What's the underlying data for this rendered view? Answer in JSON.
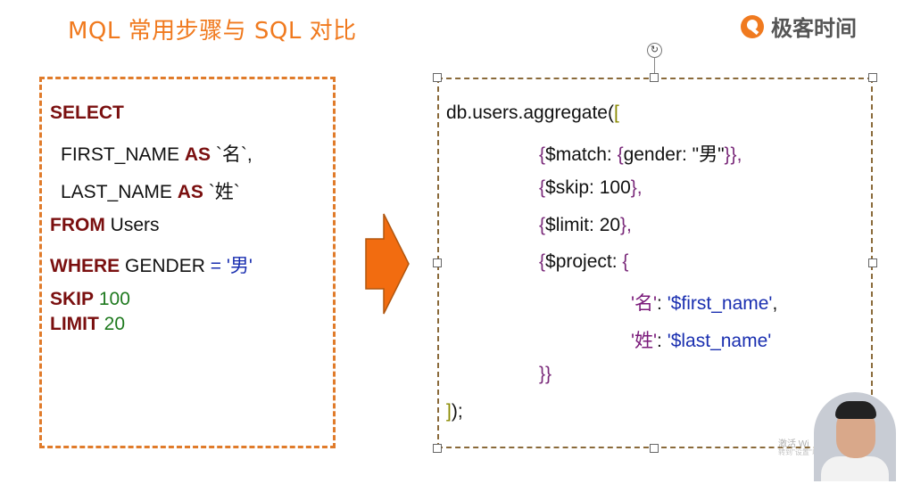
{
  "title": "MQL 常用步骤与 SQL 对比",
  "logo": {
    "text": "极客时间",
    "icon": "geektime-logo-icon",
    "color": "#f07a1f"
  },
  "sql": {
    "select_kw": "SELECT",
    "first_name": "FIRST_NAME",
    "as1_kw": "AS",
    "first_alias": "`名`,",
    "last_name": "LAST_NAME",
    "as2_kw": "AS",
    "last_alias": "`姓`",
    "from_kw": "FROM",
    "table": "Users",
    "where_kw": "WHERE",
    "gender_col": "GENDER",
    "eq": "=",
    "gender_val": "'男'",
    "skip_kw": "SKIP",
    "skip_val": "100",
    "limit_kw": "LIMIT",
    "limit_val": "20"
  },
  "mql": {
    "line1_pre": "db.users.aggregate(",
    "line1_br": "[",
    "match_open": "{",
    "match_key": "$match: ",
    "match_inner_open": "{",
    "match_field": "gender: \"男\"",
    "match_close": "}},",
    "skip_open": "{",
    "skip_text": "$skip: 100",
    "skip_close": "},",
    "limit_open": "{",
    "limit_text": "$limit: 20",
    "limit_close": "},",
    "project_open": "{",
    "project_key": "$project: ",
    "project_inner_open": "{",
    "name_key": "'名'",
    "name_sep": ": ",
    "name_val": "'$first_name'",
    "name_comma": ",",
    "surname_key": "'姓'",
    "surname_sep": ": ",
    "surname_val": "'$last_name'",
    "project_close": "}}",
    "end_br": "]",
    "end_rest": ");"
  },
  "watermark": {
    "line1": "激活 Wi",
    "line2": "转到\"设置\"以"
  },
  "colors": {
    "accent": "#f07a1f",
    "keyword": "#7a0f0f",
    "string": "#1a2fb0",
    "number": "#1f7a1f"
  }
}
